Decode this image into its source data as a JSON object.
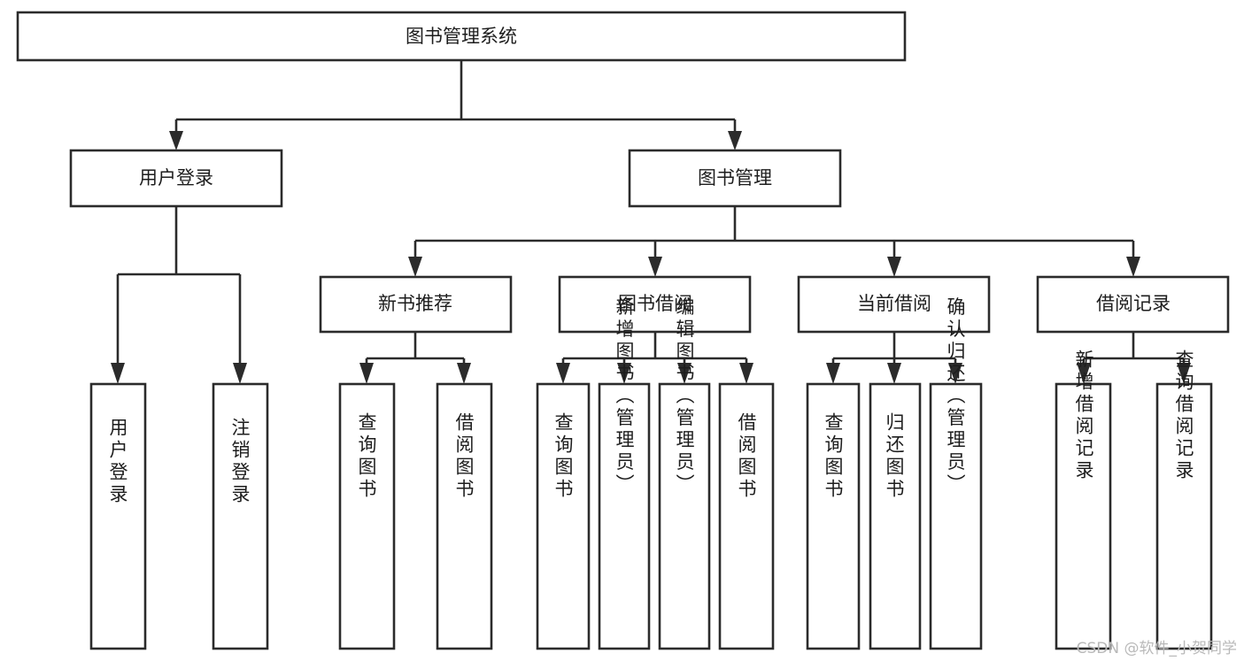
{
  "diagram": {
    "title": "图书管理系统",
    "type": "tree-hierarchy-chart",
    "colors": {
      "box_stroke": "#2b2b2b",
      "box_fill": "#ffffff",
      "connector": "#2b2b2b",
      "text": "#1d1d1d",
      "background": "#ffffff",
      "watermark": "#b9b9b9"
    },
    "root": {
      "label": "图书管理系统"
    },
    "level2": [
      {
        "label": "用户登录"
      },
      {
        "label": "图书管理"
      }
    ],
    "level3": [
      {
        "label": "新书推荐"
      },
      {
        "label": "图书借阅"
      },
      {
        "label": "当前借阅"
      },
      {
        "label": "借阅记录"
      }
    ],
    "leaves": {
      "user_login": [
        {
          "label": "用户登录"
        },
        {
          "label": "注销登录"
        }
      ],
      "new_book_recommend": [
        {
          "label": "查询图书"
        },
        {
          "label": "借阅图书"
        }
      ],
      "book_borrow": [
        {
          "label": "查询图书"
        },
        {
          "label": "新增图书（管理员）"
        },
        {
          "label": "编辑图书（管理员）"
        },
        {
          "label": "借阅图书"
        }
      ],
      "current_borrow": [
        {
          "label": "查询图书"
        },
        {
          "label": "归还图书"
        },
        {
          "label": "确认归还（管理员）"
        }
      ],
      "borrow_record": [
        {
          "label": "新增借阅记录"
        },
        {
          "label": "查询借阅记录"
        }
      ]
    }
  },
  "watermark": {
    "text": "CSDN @软件_小贺同学"
  }
}
